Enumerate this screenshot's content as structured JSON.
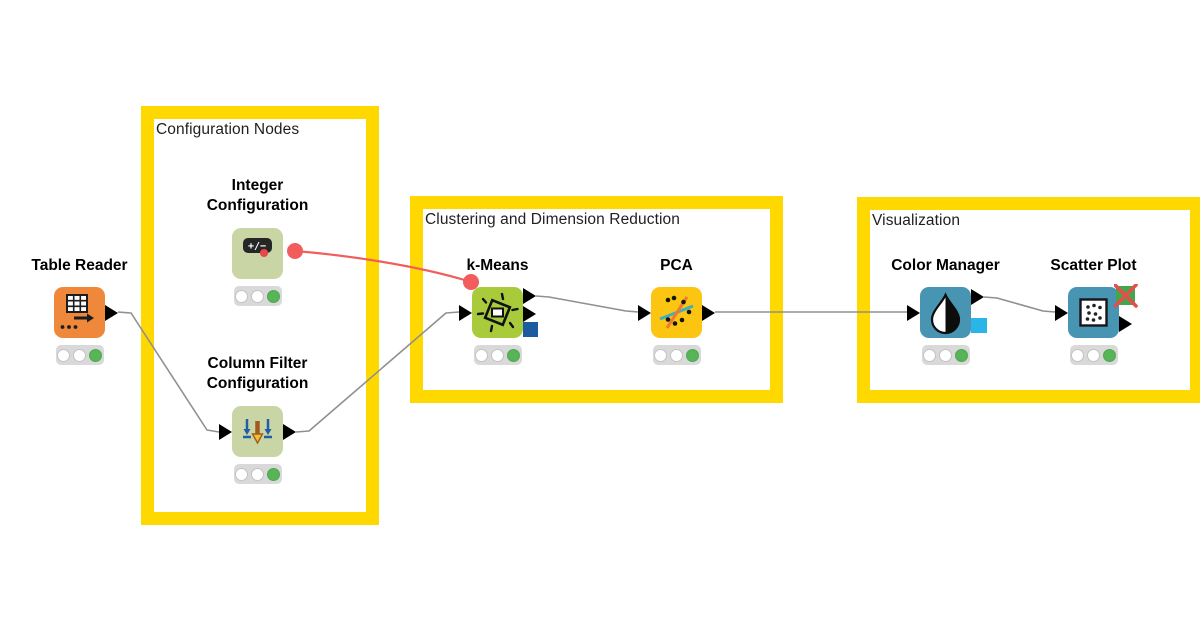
{
  "app": {
    "name": "KNIME workflow canvas",
    "background": "#FFFFFF"
  },
  "annotations": [
    {
      "id": "configuration-nodes",
      "title": "Configuration Nodes",
      "border_color": "#FFD800"
    },
    {
      "id": "clustering",
      "title": "Clustering and Dimension Reduction",
      "border_color": "#FFD800"
    },
    {
      "id": "visualization",
      "title": "Visualization",
      "border_color": "#FFD800"
    }
  ],
  "nodes": [
    {
      "id": "table-reader",
      "label": "Table Reader",
      "color": "#F0883C",
      "icon": "table-grid-arrow-icon",
      "status": "executed",
      "out_ports": [
        "data"
      ]
    },
    {
      "id": "integer-configuration",
      "label": "Integer Configuration",
      "color": "#C9D5A4",
      "icon": "integer-widget-icon",
      "status": "executed",
      "out_ports": [
        "flow-variable"
      ]
    },
    {
      "id": "column-filter-configuration",
      "label": "Column Filter Configuration",
      "color": "#C9D5A4",
      "icon": "column-filter-arrows-icon",
      "status": "executed",
      "in_ports": [
        "data"
      ],
      "out_ports": [
        "data"
      ]
    },
    {
      "id": "k-means",
      "label": "k-Means",
      "color": "#A9CB3B",
      "icon": "cluster-icon",
      "status": "executed",
      "in_ports": [
        "flow-variable",
        "data"
      ],
      "out_ports": [
        "data",
        "data",
        "pmml"
      ]
    },
    {
      "id": "pca",
      "label": "PCA",
      "color": "#FBC511",
      "icon": "pca-scatter-lines-icon",
      "status": "executed",
      "in_ports": [
        "data"
      ],
      "out_ports": [
        "data"
      ]
    },
    {
      "id": "color-manager",
      "label": "Color Manager",
      "color": "#4794B3",
      "icon": "color-droplet-icon",
      "status": "executed",
      "in_ports": [
        "data"
      ],
      "out_ports": [
        "data",
        "color-model"
      ]
    },
    {
      "id": "scatter-plot",
      "label": "Scatter Plot",
      "color": "#4794B3",
      "icon": "scatter-plot-grid-icon",
      "status": "executed",
      "in_ports": [
        "data"
      ],
      "out_ports": [
        "image-inactive",
        "data"
      ]
    }
  ],
  "connections": [
    {
      "from": "table-reader",
      "to": "column-filter-configuration",
      "type": "data"
    },
    {
      "from": "integer-configuration",
      "to": "k-means",
      "type": "flow-variable"
    },
    {
      "from": "column-filter-configuration",
      "to": "k-means",
      "type": "data"
    },
    {
      "from": "k-means",
      "to": "pca",
      "type": "data"
    },
    {
      "from": "pca",
      "to": "color-manager",
      "type": "data"
    },
    {
      "from": "color-manager",
      "to": "scatter-plot",
      "type": "data"
    }
  ],
  "colors": {
    "annotation_yellow": "#FFD800",
    "connection_gray": "#909090",
    "connection_flow_variable_red": "#F25C5C",
    "port_pmml_blue": "#1C5C9E",
    "port_color_model_cyan": "#29B5E8",
    "port_image_green": "#43A64B",
    "port_inactive_cross_red": "#E0504D",
    "status_green": "#57B457",
    "status_off_white": "#FFFFFF",
    "traffic_pill_gray": "#D9D9D9"
  }
}
